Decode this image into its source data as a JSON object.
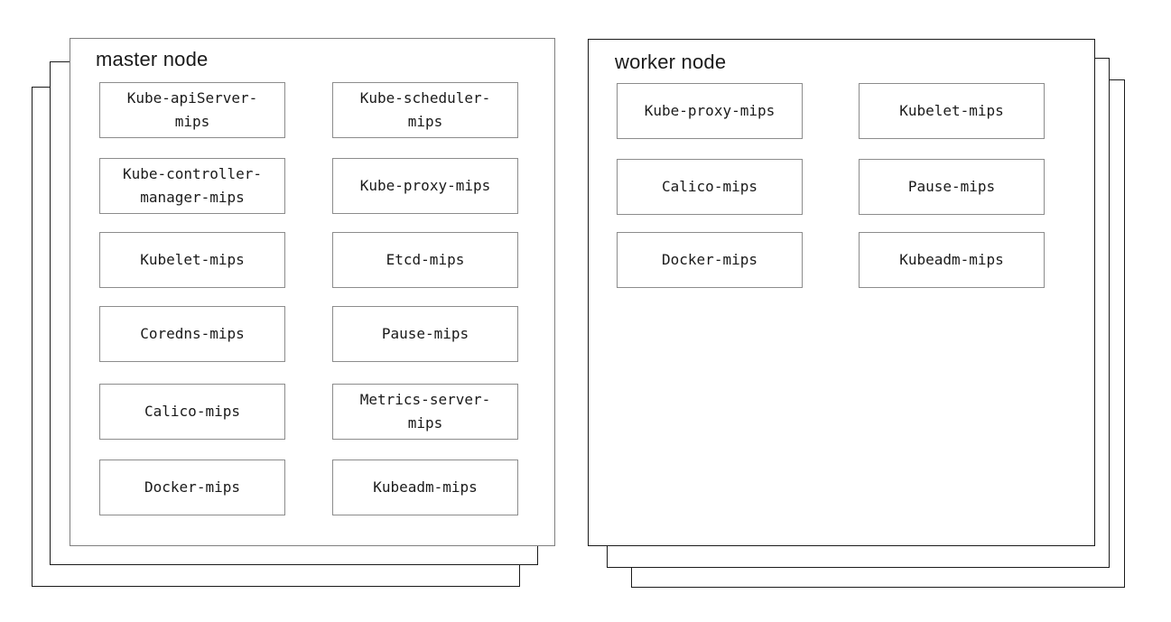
{
  "diagram": {
    "master": {
      "title": "master node",
      "components": [
        "Kube-apiServer-\nmips",
        "Kube-scheduler-\nmips",
        "Kube-controller-\nmanager-mips",
        "Kube-proxy-mips",
        "Kubelet-mips",
        "Etcd-mips",
        "Coredns-mips",
        "Pause-mips",
        "Calico-mips",
        "Metrics-server-\nmips",
        "Docker-mips",
        "Kubeadm-mips"
      ],
      "stack_count": 3
    },
    "worker": {
      "title": "worker node",
      "components": [
        "Kube-proxy-mips",
        "Kubelet-mips",
        "Calico-mips",
        "Pause-mips",
        "Docker-mips",
        "Kubeadm-mips"
      ],
      "stack_count": 3
    },
    "colors": {
      "background": "#ffffff",
      "line_black": "#1a1a1a",
      "line_gray": "#7f7f7f",
      "box_border": "#8c8c8c",
      "text": "#1a1a1a"
    }
  }
}
